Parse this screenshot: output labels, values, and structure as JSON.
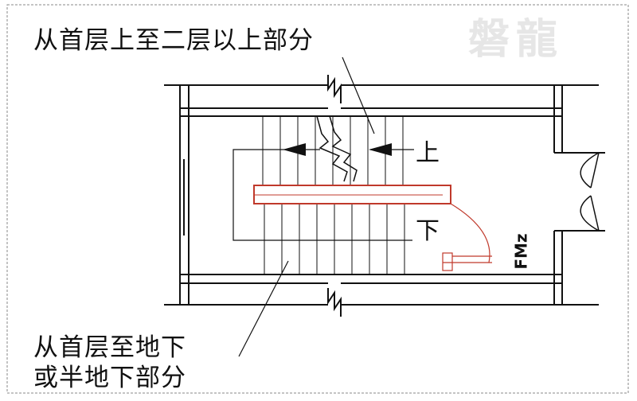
{
  "labels": {
    "top": "从首层上至二层以上部分",
    "bottom_line1": "从首层至地下",
    "bottom_line2": "或半地下部分",
    "up": "上",
    "down": "下",
    "door_code": "FMz"
  },
  "watermark": "磐龍",
  "colors": {
    "line": "#111111",
    "slab": "#c0392b",
    "frame": "#888888",
    "watermark": "#e6e6e6"
  }
}
